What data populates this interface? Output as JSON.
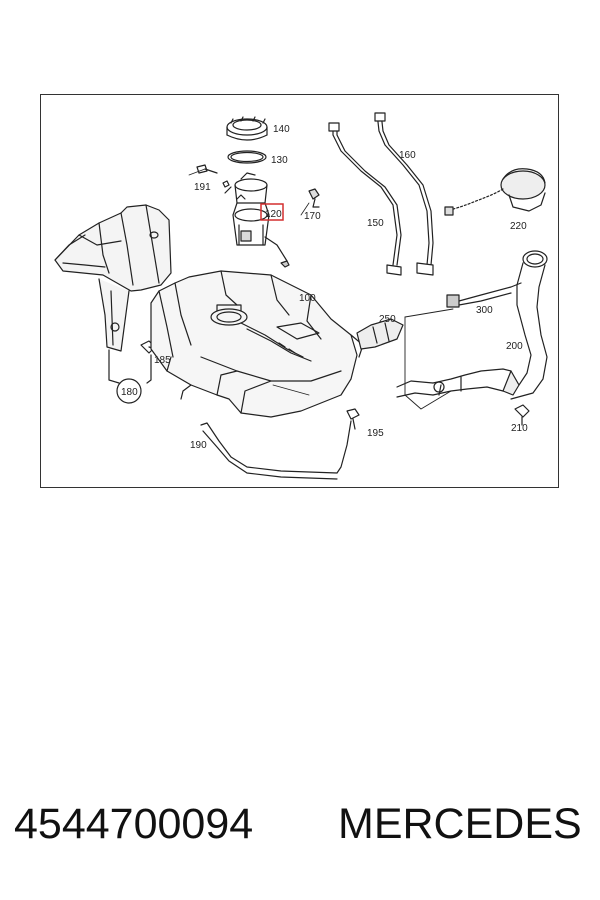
{
  "diagram": {
    "highlighted_part": "120",
    "highlight_color": "#d32f2f",
    "labels": {
      "l100": "100",
      "l120": "120",
      "l130": "130",
      "l140": "140",
      "l150": "150",
      "l160": "160",
      "l170": "170",
      "l180": "180",
      "l185": "185",
      "l190": "190",
      "l191": "191",
      "l195": "195",
      "l200": "200",
      "l210": "210",
      "l220": "220",
      "l250": "250",
      "l300": "300"
    }
  },
  "footer": {
    "part_number": "4544700094",
    "brand": "MERCEDES"
  }
}
